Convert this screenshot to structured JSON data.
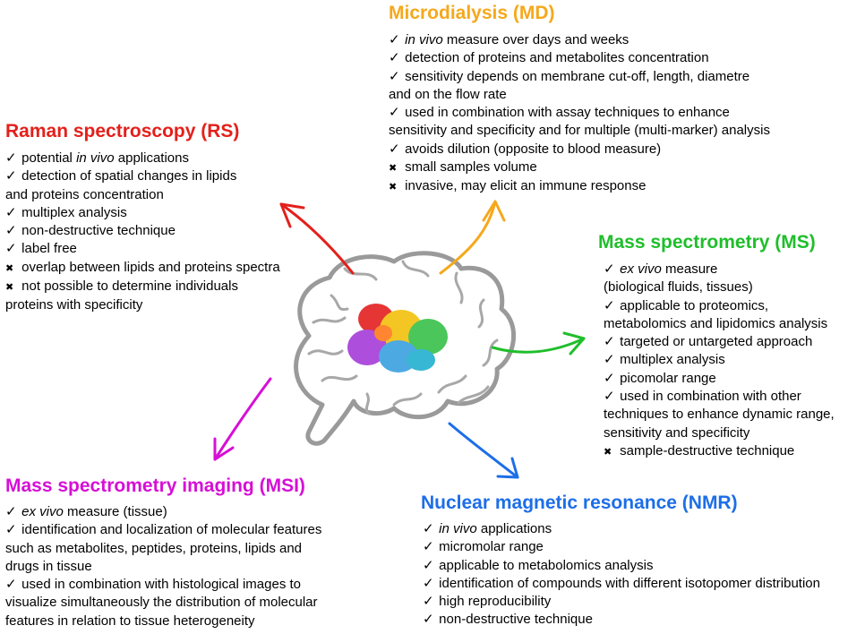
{
  "colors": {
    "rs": "#e3201b",
    "md": "#f5a81c",
    "ms": "#1fbe2b",
    "msi": "#d60fd6",
    "nmr": "#1d6ee8",
    "brain": "#9a9a9a"
  },
  "icons": {
    "pro": "check-mark-icon",
    "con": "cross-mark-icon"
  },
  "center": {
    "image": "brain-illustration"
  },
  "panels": {
    "rs": {
      "title": "Raman spectroscopy (RS)",
      "lines": [
        {
          "mark": "✓",
          "pre": "potential ",
          "em": "in vivo",
          "post": " applications"
        },
        {
          "mark": "✓",
          "pre": "detection of spatial changes in lipids",
          "em": "",
          "post": ""
        },
        {
          "mark": "",
          "pre": "and proteins concentration",
          "em": "",
          "post": ""
        },
        {
          "mark": "✓",
          "pre": "multiplex analysis",
          "em": "",
          "post": ""
        },
        {
          "mark": "✓",
          "pre": "non-destructive technique",
          "em": "",
          "post": ""
        },
        {
          "mark": "✓",
          "pre": "label free",
          "em": "",
          "post": ""
        },
        {
          "mark": "✖",
          "pre": "overlap between lipids and proteins spectra",
          "em": "",
          "post": ""
        },
        {
          "mark": "✖",
          "pre": "not possible to determine individuals",
          "em": "",
          "post": ""
        },
        {
          "mark": "",
          "pre": "proteins with specificity",
          "em": "",
          "post": ""
        }
      ]
    },
    "md": {
      "title": "Microdialysis (MD)",
      "lines": [
        {
          "mark": "✓",
          "pre": "",
          "em": "in vivo",
          "post": " measure over days and weeks"
        },
        {
          "mark": "✓",
          "pre": "detection of proteins and metabolites concentration",
          "em": "",
          "post": ""
        },
        {
          "mark": "✓",
          "pre": "sensitivity depends on membrane cut-off, length, diametre",
          "em": "",
          "post": ""
        },
        {
          "mark": "",
          "pre": "and on the flow rate",
          "em": "",
          "post": ""
        },
        {
          "mark": "✓",
          "pre": "used in combination with assay techniques to enhance",
          "em": "",
          "post": ""
        },
        {
          "mark": "",
          "pre": "sensitivity and specificity and for multiple (multi-marker) analysis",
          "em": "",
          "post": ""
        },
        {
          "mark": "✓",
          "pre": "avoids dilution (opposite to blood measure)",
          "em": "",
          "post": ""
        },
        {
          "mark": "✖",
          "pre": "small samples volume",
          "em": "",
          "post": ""
        },
        {
          "mark": "✖",
          "pre": "invasive, may elicit an immune response",
          "em": "",
          "post": ""
        }
      ]
    },
    "ms": {
      "title": "Mass spectrometry (MS)",
      "lines": [
        {
          "mark": "✓",
          "pre": "",
          "em": "ex vivo",
          "post": " measure"
        },
        {
          "mark": "",
          "pre": "(biological fluids, tissues)",
          "em": "",
          "post": ""
        },
        {
          "mark": "✓",
          "pre": "applicable to proteomics,",
          "em": "",
          "post": ""
        },
        {
          "mark": "",
          "pre": "metabolomics and lipidomics analysis",
          "em": "",
          "post": ""
        },
        {
          "mark": "✓",
          "pre": "targeted or untargeted approach",
          "em": "",
          "post": ""
        },
        {
          "mark": "✓",
          "pre": "multiplex analysis",
          "em": "",
          "post": ""
        },
        {
          "mark": "✓",
          "pre": "picomolar range",
          "em": "",
          "post": ""
        },
        {
          "mark": "✓",
          "pre": "used in combination with other",
          "em": "",
          "post": ""
        },
        {
          "mark": "",
          "pre": "techniques to enhance dynamic range,",
          "em": "",
          "post": ""
        },
        {
          "mark": "",
          "pre": "sensitivity and specificity",
          "em": "",
          "post": ""
        },
        {
          "mark": "✖",
          "pre": "sample-destructive technique",
          "em": "",
          "post": ""
        }
      ]
    },
    "msi": {
      "title": "Mass spectrometry imaging (MSI)",
      "lines": [
        {
          "mark": "✓",
          "pre": "",
          "em": "ex vivo",
          "post": " measure (tissue)"
        },
        {
          "mark": "✓",
          "pre": "identification and localization of molecular features",
          "em": "",
          "post": ""
        },
        {
          "mark": "",
          "pre": "such as metabolites, peptides, proteins, lipids and",
          "em": "",
          "post": ""
        },
        {
          "mark": "",
          "pre": "drugs in tissue",
          "em": "",
          "post": ""
        },
        {
          "mark": "✓",
          "pre": "used in combination with histological images to",
          "em": "",
          "post": ""
        },
        {
          "mark": "",
          "pre": "visualize simultaneously the distribution of molecular",
          "em": "",
          "post": ""
        },
        {
          "mark": "",
          "pre": "features in relation to tissue heterogeneity",
          "em": "",
          "post": ""
        }
      ]
    },
    "nmr": {
      "title": "Nuclear magnetic resonance (NMR)",
      "lines": [
        {
          "mark": "✓",
          "pre": "",
          "em": "in vivo",
          "post": " applications"
        },
        {
          "mark": "✓",
          "pre": "micromolar range",
          "em": "",
          "post": ""
        },
        {
          "mark": "✓",
          "pre": "applicable to metabolomics analysis",
          "em": "",
          "post": ""
        },
        {
          "mark": "✓",
          "pre": "identification of compounds with different isotopomer distribution",
          "em": "",
          "post": ""
        },
        {
          "mark": "✓",
          "pre": "high reproducibility",
          "em": "",
          "post": ""
        },
        {
          "mark": "✓",
          "pre": "non-destructive technique",
          "em": "",
          "post": ""
        }
      ]
    }
  }
}
